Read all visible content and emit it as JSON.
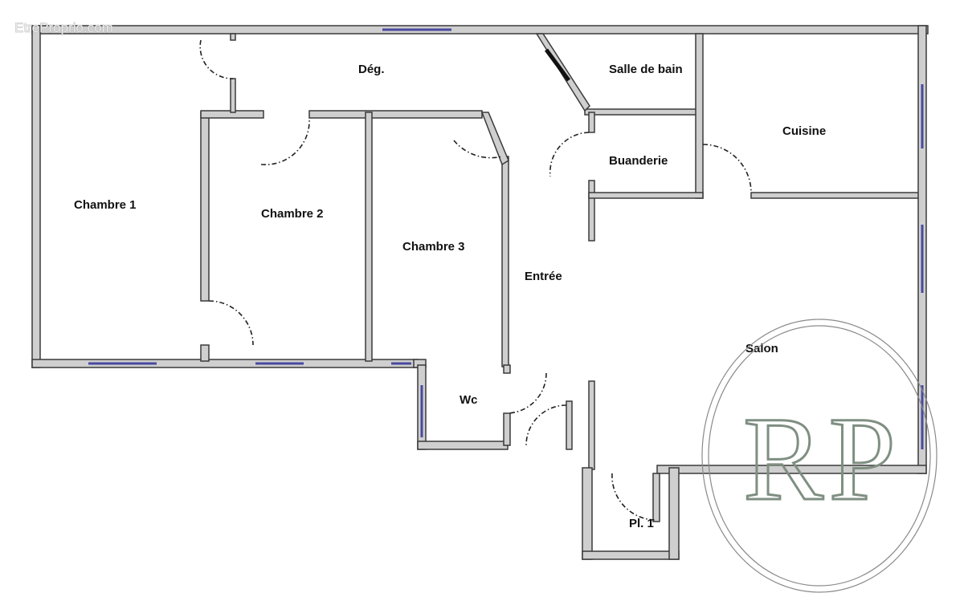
{
  "watermark": {
    "text": "EtreProprio.com"
  },
  "logo": {
    "text": "RP",
    "color": "#7f8f82"
  },
  "colors": {
    "wall_fill": "#cfcfcf",
    "wall_stroke": "#3a3a3a",
    "window": "#4a4aa0"
  },
  "rooms": [
    {
      "id": "deg",
      "label": "Dég."
    },
    {
      "id": "salle-de-bain",
      "label": "Salle de bain"
    },
    {
      "id": "cuisine",
      "label": "Cuisine"
    },
    {
      "id": "buanderie",
      "label": "Buanderie"
    },
    {
      "id": "chambre-1",
      "label": "Chambre 1"
    },
    {
      "id": "chambre-2",
      "label": "Chambre 2"
    },
    {
      "id": "chambre-3",
      "label": "Chambre 3"
    },
    {
      "id": "entree",
      "label": "Entrée"
    },
    {
      "id": "salon",
      "label": "Salon"
    },
    {
      "id": "wc",
      "label": "Wc"
    },
    {
      "id": "placard-1",
      "label": "Pl. 1"
    }
  ]
}
